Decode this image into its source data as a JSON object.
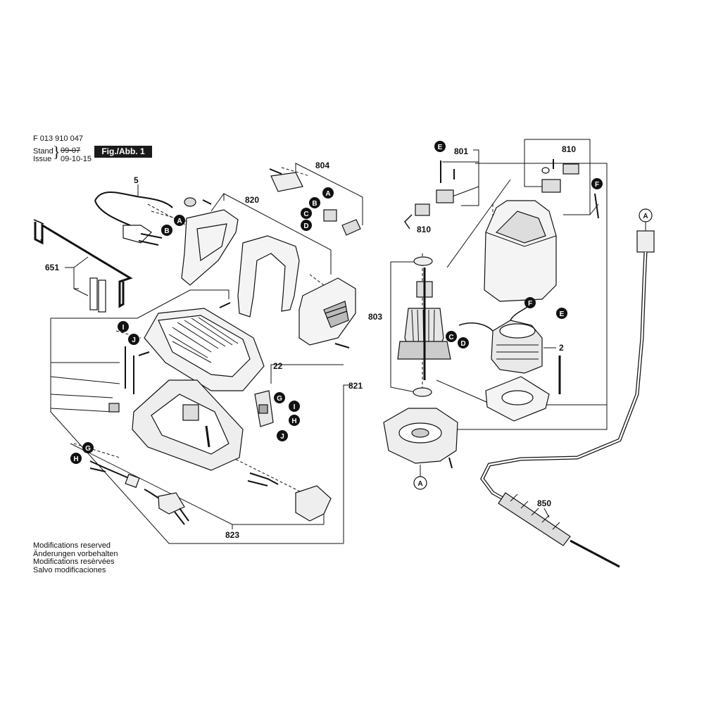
{
  "header": {
    "doc_number": "F 013 910 047",
    "stand_label": "Stand",
    "stand_value": "09-07",
    "issue_label": "Issue",
    "issue_value": "09-10-15",
    "figure_label": "Fig./Abb. 1"
  },
  "footer": {
    "lines": [
      "Modifications reserved",
      "Änderungen vorbehalten",
      "Modifications resèrvées",
      "Salvo modificaciones"
    ]
  },
  "part_numbers": {
    "p5": "5",
    "p651": "651",
    "p820": "820",
    "p804": "804",
    "p801": "801",
    "p810a": "810",
    "p810b": "810",
    "p803": "803",
    "p2": "2",
    "p22": "22",
    "p821": "821",
    "p823": "823",
    "p850": "850"
  },
  "callouts": {
    "left_a": "A",
    "left_b": "B",
    "s804_a": "A",
    "s804_b": "B",
    "s804_c": "C",
    "s804_d": "D",
    "s801_e": "E",
    "s810_f": "F",
    "s803_f": "F",
    "s803_e": "E",
    "s803_c": "C",
    "s803_d": "D",
    "s803_a": "A",
    "shaft_a": "A",
    "pedal_i": "I",
    "pedal_j": "J",
    "sw_g": "G",
    "sw_i": "I",
    "sw_h": "H",
    "sw_j": "J",
    "cab_g": "G",
    "cab_h": "H"
  }
}
